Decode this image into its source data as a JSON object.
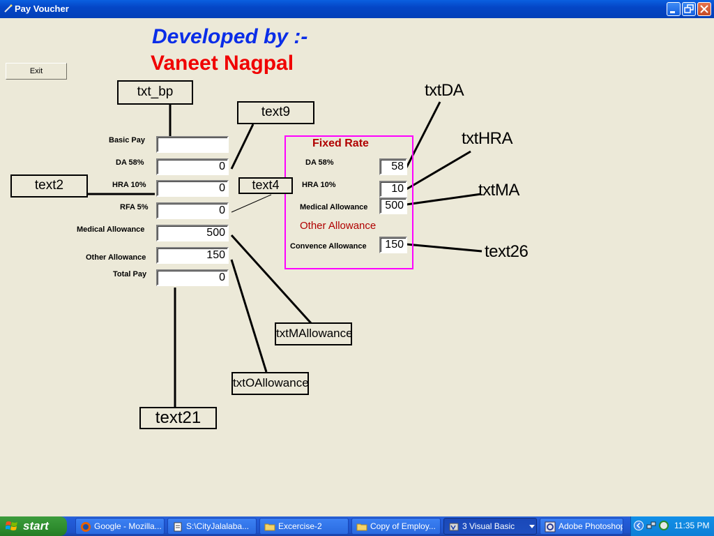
{
  "window": {
    "title": "Pay Voucher"
  },
  "header": {
    "developed_by": "Developed by :-",
    "author": "Vaneet Nagpal"
  },
  "buttons": {
    "exit": "Exit"
  },
  "form": {
    "basic_pay": {
      "label": "Basic Pay",
      "value": ""
    },
    "da": {
      "label": "DA 58%",
      "value": "0"
    },
    "hra": {
      "label": "HRA 10%",
      "value": "0"
    },
    "rfa": {
      "label": "RFA 5%",
      "value": "0"
    },
    "medical": {
      "label": "Medical Allowance",
      "value": "500"
    },
    "other": {
      "label": "Other Allowance",
      "value": "150"
    },
    "total": {
      "label": "Total Pay",
      "value": "0"
    }
  },
  "fixed_rate": {
    "title": "Fixed Rate",
    "da": {
      "label": "DA 58%",
      "value": "58"
    },
    "hra": {
      "label": "HRA 10%",
      "value": "10"
    },
    "medical": {
      "label": "Medical Allowance",
      "value": "500"
    },
    "other_title": "Other Allowance",
    "convence": {
      "label": "Convence Allowance",
      "value": "150"
    }
  },
  "callouts": {
    "txt_bp": "txt_bp",
    "text9": "text9",
    "text2": "text2",
    "text4": "text4",
    "txtDA": "txtDA",
    "txtHRA": "txtHRA",
    "txtMA": "txtMA",
    "text26": "text26",
    "txtMAllowance": "txtMAllowance",
    "txtOAllowance": "txtOAllowance",
    "text21": "text21"
  },
  "taskbar": {
    "start": "start",
    "tasks": [
      {
        "label": "Google - Mozilla...",
        "icon": "firefox-icon"
      },
      {
        "label": "S:\\CityJalalaba...",
        "icon": "notepad-icon"
      },
      {
        "label": "Excercise-2",
        "icon": "folder-icon"
      },
      {
        "label": "Copy of Employ...",
        "icon": "folder-icon"
      },
      {
        "label": "3 Visual Basic",
        "icon": "visual-basic-icon"
      },
      {
        "label": "Adobe Photoshop",
        "icon": "photoshop-icon"
      }
    ],
    "clock": "11:35 PM"
  },
  "colors": {
    "heading_blue": "#0a2de8",
    "heading_red": "#f00000",
    "fixed_rate_border": "#ff00ff",
    "fixed_rate_text": "#b00000",
    "form_bg": "#ece9d8"
  }
}
